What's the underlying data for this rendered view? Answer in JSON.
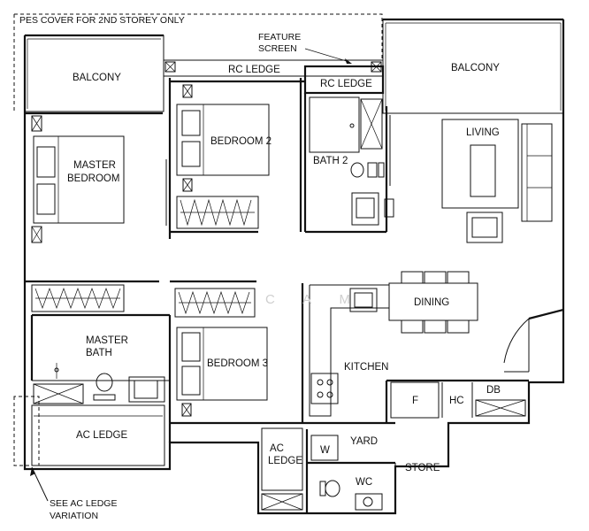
{
  "notes": {
    "pes_cover": "PES COVER FOR 2ND STOREY ONLY",
    "feature_screen_line1": "FEATURE",
    "feature_screen_line2": "SCREEN",
    "see_ac_ledge_line1": "SEE AC LEDGE",
    "see_ac_ledge_line2": "VARIATION"
  },
  "rooms": {
    "balcony_left": "BALCONY",
    "balcony_right": "BALCONY",
    "rc_ledge_top": "RC LEDGE",
    "rc_ledge_small": "RC LEDGE",
    "master_bedroom_line1": "MASTER",
    "master_bedroom_line2": "BEDROOM",
    "bedroom2": "BEDROOM 2",
    "bath2": "BATH 2",
    "living": "LIVING",
    "dining": "DINING",
    "master_bath_line1": "MASTER",
    "master_bath_line2": "BATH",
    "bedroom3": "BEDROOM 3",
    "kitchen": "KITCHEN",
    "fridge": "F",
    "hc": "HC",
    "db": "DB",
    "ac_ledge_bottom": "AC LEDGE",
    "ac_ledge_small_line1": "AC",
    "ac_ledge_small_line2": "LEDGE",
    "washer": "W",
    "yard": "YARD",
    "store": "STORE",
    "wc": "WC"
  },
  "watermark": "C A M"
}
